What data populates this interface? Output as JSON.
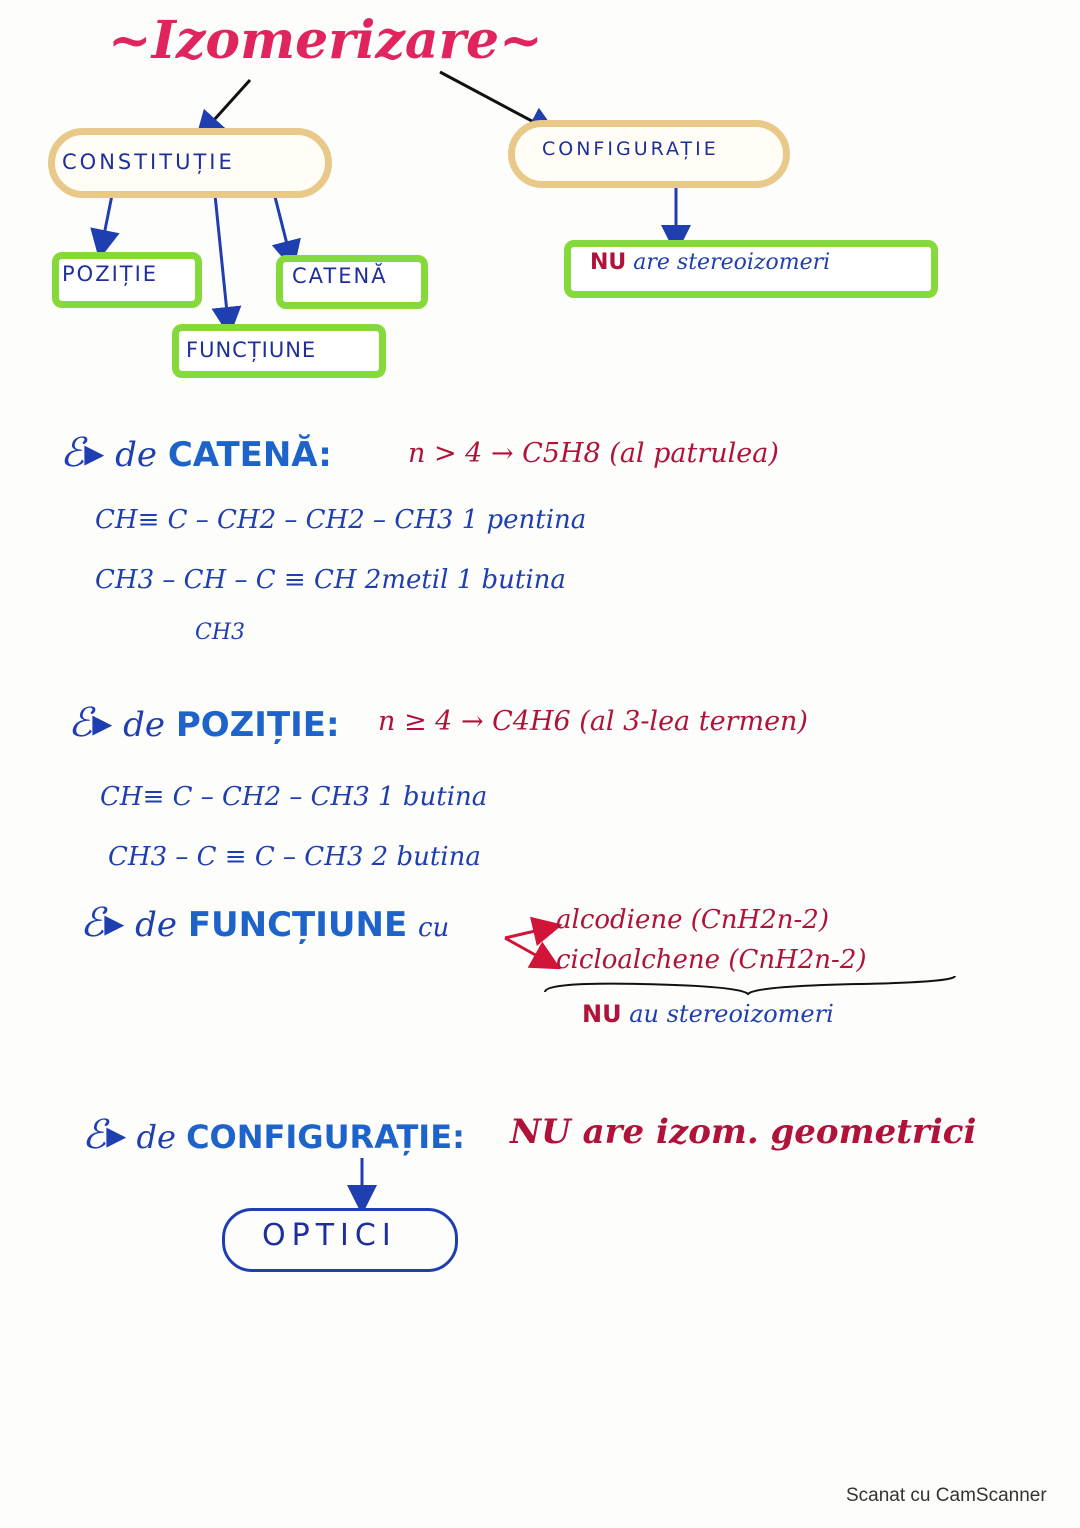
{
  "title": "~Izomerizare~",
  "tree": {
    "constitutie": "CONSTITUȚIE",
    "configuratie": "CONFIGURAȚIE",
    "pozitie": "POZIȚIE",
    "catena": "CATENĂ",
    "functiune": "FUNCȚIUNE",
    "nu_stereo": {
      "nu": "NU",
      "rest": "are stereoizomeri"
    }
  },
  "sections": {
    "catena": {
      "prefix": "de",
      "heading": "CATENĂ:",
      "condition": "n > 4 → C5H8 (al patrulea)",
      "lines": [
        "CH≡ C – CH2 – CH2 – CH3  1 pentina",
        "CH3 – CH – C ≡ CH   2metil 1 butina",
        "CH3"
      ]
    },
    "pozitie": {
      "prefix": "de",
      "heading": "POZIȚIE:",
      "condition": "n ≥ 4 → C4H6 (al 3-lea termen)",
      "lines": [
        "CH≡ C – CH2 – CH3   1 butina",
        "CH3 – C ≡ C – CH3   2 butina"
      ]
    },
    "functiune": {
      "prefix": "de",
      "heading": "FUNCȚIUNE",
      "cu": "cu",
      "items": [
        "alcodiene (CnH2n-2)",
        "cicloalchene (CnH2n-2)"
      ],
      "note": {
        "nu": "NU",
        "rest": "au stereoizomeri"
      }
    },
    "configuratie": {
      "prefix": "de",
      "heading": "CONFIGURAȚIE:",
      "red": "NU are izom. geometrici",
      "optici": "OPTICI"
    }
  },
  "footer": "Scanat cu CamScanner",
  "colors": {
    "title": "#e0245e",
    "blue": "#1f3fb0",
    "red": "#b0123a",
    "green": "#86d93a",
    "cloud": "#e8c98a"
  }
}
